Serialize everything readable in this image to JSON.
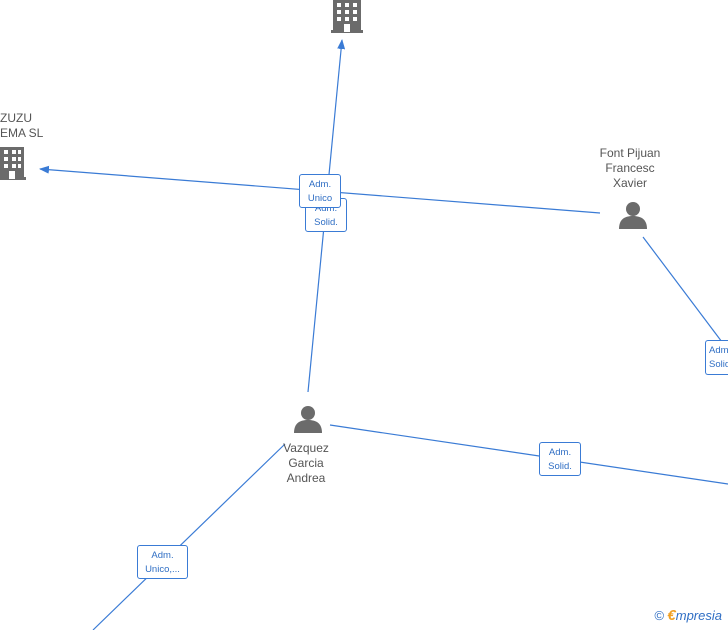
{
  "nodes": {
    "top_company": {
      "label": "",
      "type": "company"
    },
    "left_company": {
      "label_line1": "ZUZU",
      "label_line2": "EMA  SL",
      "type": "company"
    },
    "font_pijuan": {
      "line1": "Font Pijuan",
      "line2": "Francesc",
      "line3": "Xavier",
      "type": "person"
    },
    "vazquez": {
      "line1": "Vazquez",
      "line2": "Garcia",
      "line3": "Andrea",
      "type": "person"
    }
  },
  "edge_labels": {
    "adm_unico_center": {
      "line1": "Adm.",
      "line2": "Unico"
    },
    "adm_solid_center": {
      "line1": "Adm.",
      "line2": "Solid."
    },
    "adm_solid_right": {
      "line1": "Adm.",
      "line2": "Solid."
    },
    "adm_solid_bottom": {
      "line1": "Adm.",
      "line2": "Solid."
    },
    "adm_unico_bottom_left": {
      "line1": "Adm.",
      "line2": "Unico,..."
    }
  },
  "watermark": {
    "copyright": "©",
    "brand_e": "€",
    "brand_rest": "mpresia"
  },
  "colors": {
    "edge": "#3a7bd5",
    "icon": "#6b6b6b",
    "brand_accent": "#f0a024"
  }
}
